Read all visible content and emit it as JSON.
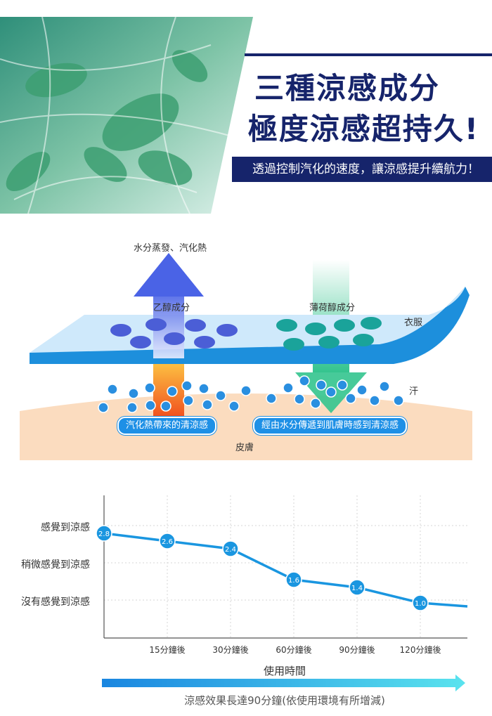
{
  "hero": {
    "headline_line1": "三種涼感成分",
    "headline_line2": "極度涼感超持久!",
    "tagline": "透過控制汽化的速度，讓涼感提升續航力！",
    "accent_color": "#16246b"
  },
  "diagram": {
    "evaporation_label": "水分蒸發、汽化熱",
    "ethanol_label": "乙醇成分",
    "menthol_label": "薄荷醇成分",
    "clothing_label": "衣服",
    "sweat_label": "汗",
    "skin_label": "皮膚",
    "pill_left": "汽化熱帶來的清涼感",
    "pill_right": "經由水分傳遞到肌膚時感到清涼感",
    "colors": {
      "ethanol": "#4b5ed6",
      "menthol": "#1aa39a",
      "sweat": "#2a8fe0",
      "skin": "#fbdcbf",
      "cloth": "#cfe9fb"
    }
  },
  "chart_data": {
    "type": "line",
    "y_labels": [
      "感覺到涼感",
      "稍微感覺到涼感",
      "沒有感覺到涼感"
    ],
    "categories": [
      "15分鐘後",
      "30分鐘後",
      "60分鐘後",
      "90分鐘後",
      "120分鐘後"
    ],
    "points": [
      {
        "x": 0,
        "y": 2.8,
        "label": "2.8"
      },
      {
        "x": 15,
        "y": 2.6,
        "label": "2.6"
      },
      {
        "x": 30,
        "y": 2.4,
        "label": "2.4"
      },
      {
        "x": 60,
        "y": 1.6,
        "label": "1.6"
      },
      {
        "x": 90,
        "y": 1.4,
        "label": "1.4"
      },
      {
        "x": 120,
        "y": 1.0,
        "label": "1.0"
      }
    ],
    "xlabel": "使用時間",
    "ylim": [
      1.0,
      2.8
    ],
    "grid": true,
    "line_color": "#1a96e0",
    "footnote": "涼感效果長達90分鐘(依使用環境有所增減)"
  }
}
